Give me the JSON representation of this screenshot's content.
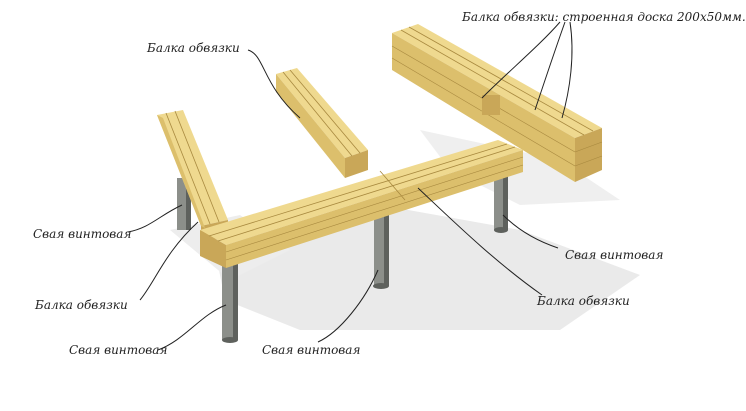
{
  "labels": {
    "beam_top_center": "Балка обвязки",
    "beam_top_right": "Балка обвязки: строенная доска 200х50мм.",
    "pile_left": "Свая винтовая",
    "beam_left_lower": "Балка обвязки",
    "pile_bottom_left": "Свая винтовая",
    "pile_bottom_center": "Свая винтовая",
    "pile_right": "Свая винтовая",
    "beam_right_lower": "Балка обвязки"
  },
  "colors": {
    "wood_top": "#efd98f",
    "wood_side": "#dcbf6c",
    "wood_end": "#c9a758",
    "wood_lines": "#a8893f",
    "pile": "#8c8f8a",
    "pile_dark": "#5e615d",
    "shadow": "#d4d4d4",
    "leader": "#222222"
  }
}
